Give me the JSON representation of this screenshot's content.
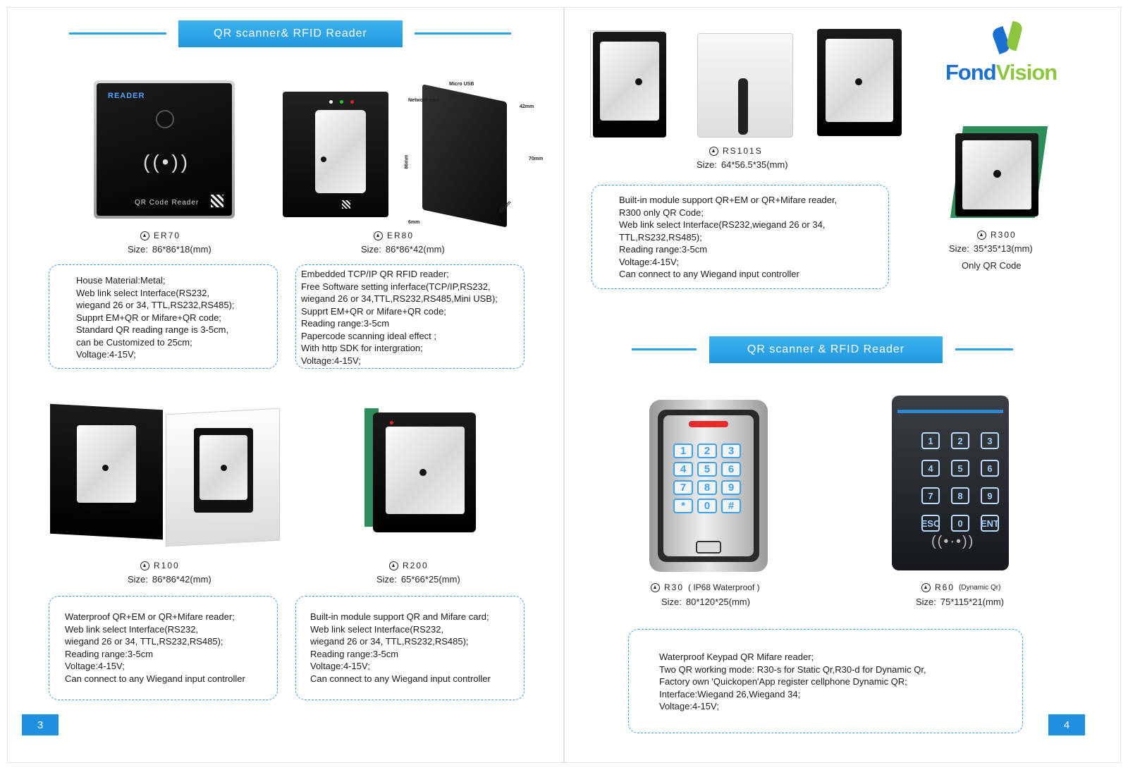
{
  "left_page": {
    "banner": "QR  scanner& RFID Reader",
    "page_number": "3",
    "products": [
      {
        "model": "ER70",
        "size_label": "Size:",
        "size_value": "86*86*18(mm)",
        "lines": [
          "House Material:Metal;",
          "Web link select Interface(RS232,",
          "wiegand 26 or 34, TTL,RS232,RS485);",
          "Supprt EM+QR or Mifare+QR code;",
          "Standard QR reading range is 3-5cm,",
          "can be Customized to 25cm;",
          "Voltage:4-15V;"
        ]
      },
      {
        "model": "ER80",
        "size_label": "Size:",
        "size_value": "86*86*42(mm)",
        "lines": [
          "Embedded TCP/IP QR RFID reader;",
          "Free Software setting inferface(TCP/IP,RS232,",
          "wiegand 26 or 34,TTL,RS232,RS485,Mini USB);",
          "Supprt EM+QR or Mifare+QR code;",
          "Reading range:3-5cm",
          "Papercode scanning ideal effect ;",
          "With http SDK for intergration;",
          "Voltage:4-15V;"
        ]
      },
      {
        "model": "R100",
        "size_label": "Size:",
        "size_value": "86*86*42(mm)",
        "lines": [
          "Waterproof QR+EM or QR+Mifare reader;",
          "Web link select Interface(RS232,",
          "wiegand 26 or 34, TTL,RS232,RS485);",
          "Reading range:3-5cm",
          "Voltage:4-15V;",
          "Can connect to any Wiegand input controller"
        ]
      },
      {
        "model": "R200",
        "size_label": "Size:",
        "size_value": "65*66*25(mm)",
        "lines": [
          "Built-in module support QR and Mifare card;",
          "Web link select Interface(RS232,",
          "wiegand 26 or 34, TTL,RS232,RS485);",
          "Reading range:3-5cm",
          "Voltage:4-15V;",
          "Can connect to any Wiegand input controller"
        ]
      }
    ],
    "er70_device": {
      "brand_text": "READER",
      "caption": "QR Code Reader"
    },
    "er80_labels": {
      "micro_usb": "Micro USB",
      "network_port": "Network port",
      "d86a": "86mm",
      "d42": "42mm",
      "d86b": "86mm",
      "d70": "70mm",
      "d6": "6mm",
      "d66": "66mm"
    }
  },
  "right_page": {
    "logo": {
      "part1": "Fond",
      "part2": "Vision"
    },
    "page_number": "4",
    "banner": "QR scanner  &  RFID Reader",
    "rs101s": {
      "model": "RS101S",
      "size_label": "Size:",
      "size_value": "64*56.5*35(mm)",
      "lines": [
        "Built-in module support QR+EM or QR+Mifare reader,",
        "R300 only QR Code;",
        "Web link select Interface(RS232,wiegand 26 or 34,",
        "TTL,RS232,RS485);",
        "Reading range:3-5cm",
        "Voltage:4-15V;",
        "Can connect to any Wiegand input controller"
      ]
    },
    "r300": {
      "model": "R300",
      "size_label": "Size:",
      "size_value": "35*35*13(mm)",
      "note": "Only QR Code"
    },
    "r30": {
      "model": "R30",
      "model_suffix": "( IP68 Waterproof )",
      "size_label": "Size:",
      "size_value": "80*120*25(mm)"
    },
    "r60": {
      "model": "R60",
      "model_suffix": "(Dynamic Qr)",
      "size_label": "Size:",
      "size_value": "75*115*21(mm)"
    },
    "keypad_desc": [
      "Waterproof Keypad QR Mifare reader;",
      "Two QR working mode: R30-s for Static Qr,R30-d for Dynamic Qr,",
      "Factory own 'Quickopen'App register cellphone Dynamic QR;",
      "Interface:Wiegand 26,Wiegand 34;",
      "Voltage:4-15V;"
    ],
    "r30_keys": [
      "1",
      "2",
      "3",
      "4",
      "5",
      "6",
      "7",
      "8",
      "9",
      "*",
      "0",
      "#"
    ],
    "r60_keys": [
      "1",
      "2",
      "3",
      "4",
      "5",
      "6",
      "7",
      "8",
      "9",
      "ESC",
      "0",
      "ENT"
    ]
  },
  "colors": {
    "accent_blue": "#1f97e0",
    "dash_blue": "#3a9be0",
    "logo_blue": "#1b6fd1",
    "logo_green": "#8cc63f"
  }
}
